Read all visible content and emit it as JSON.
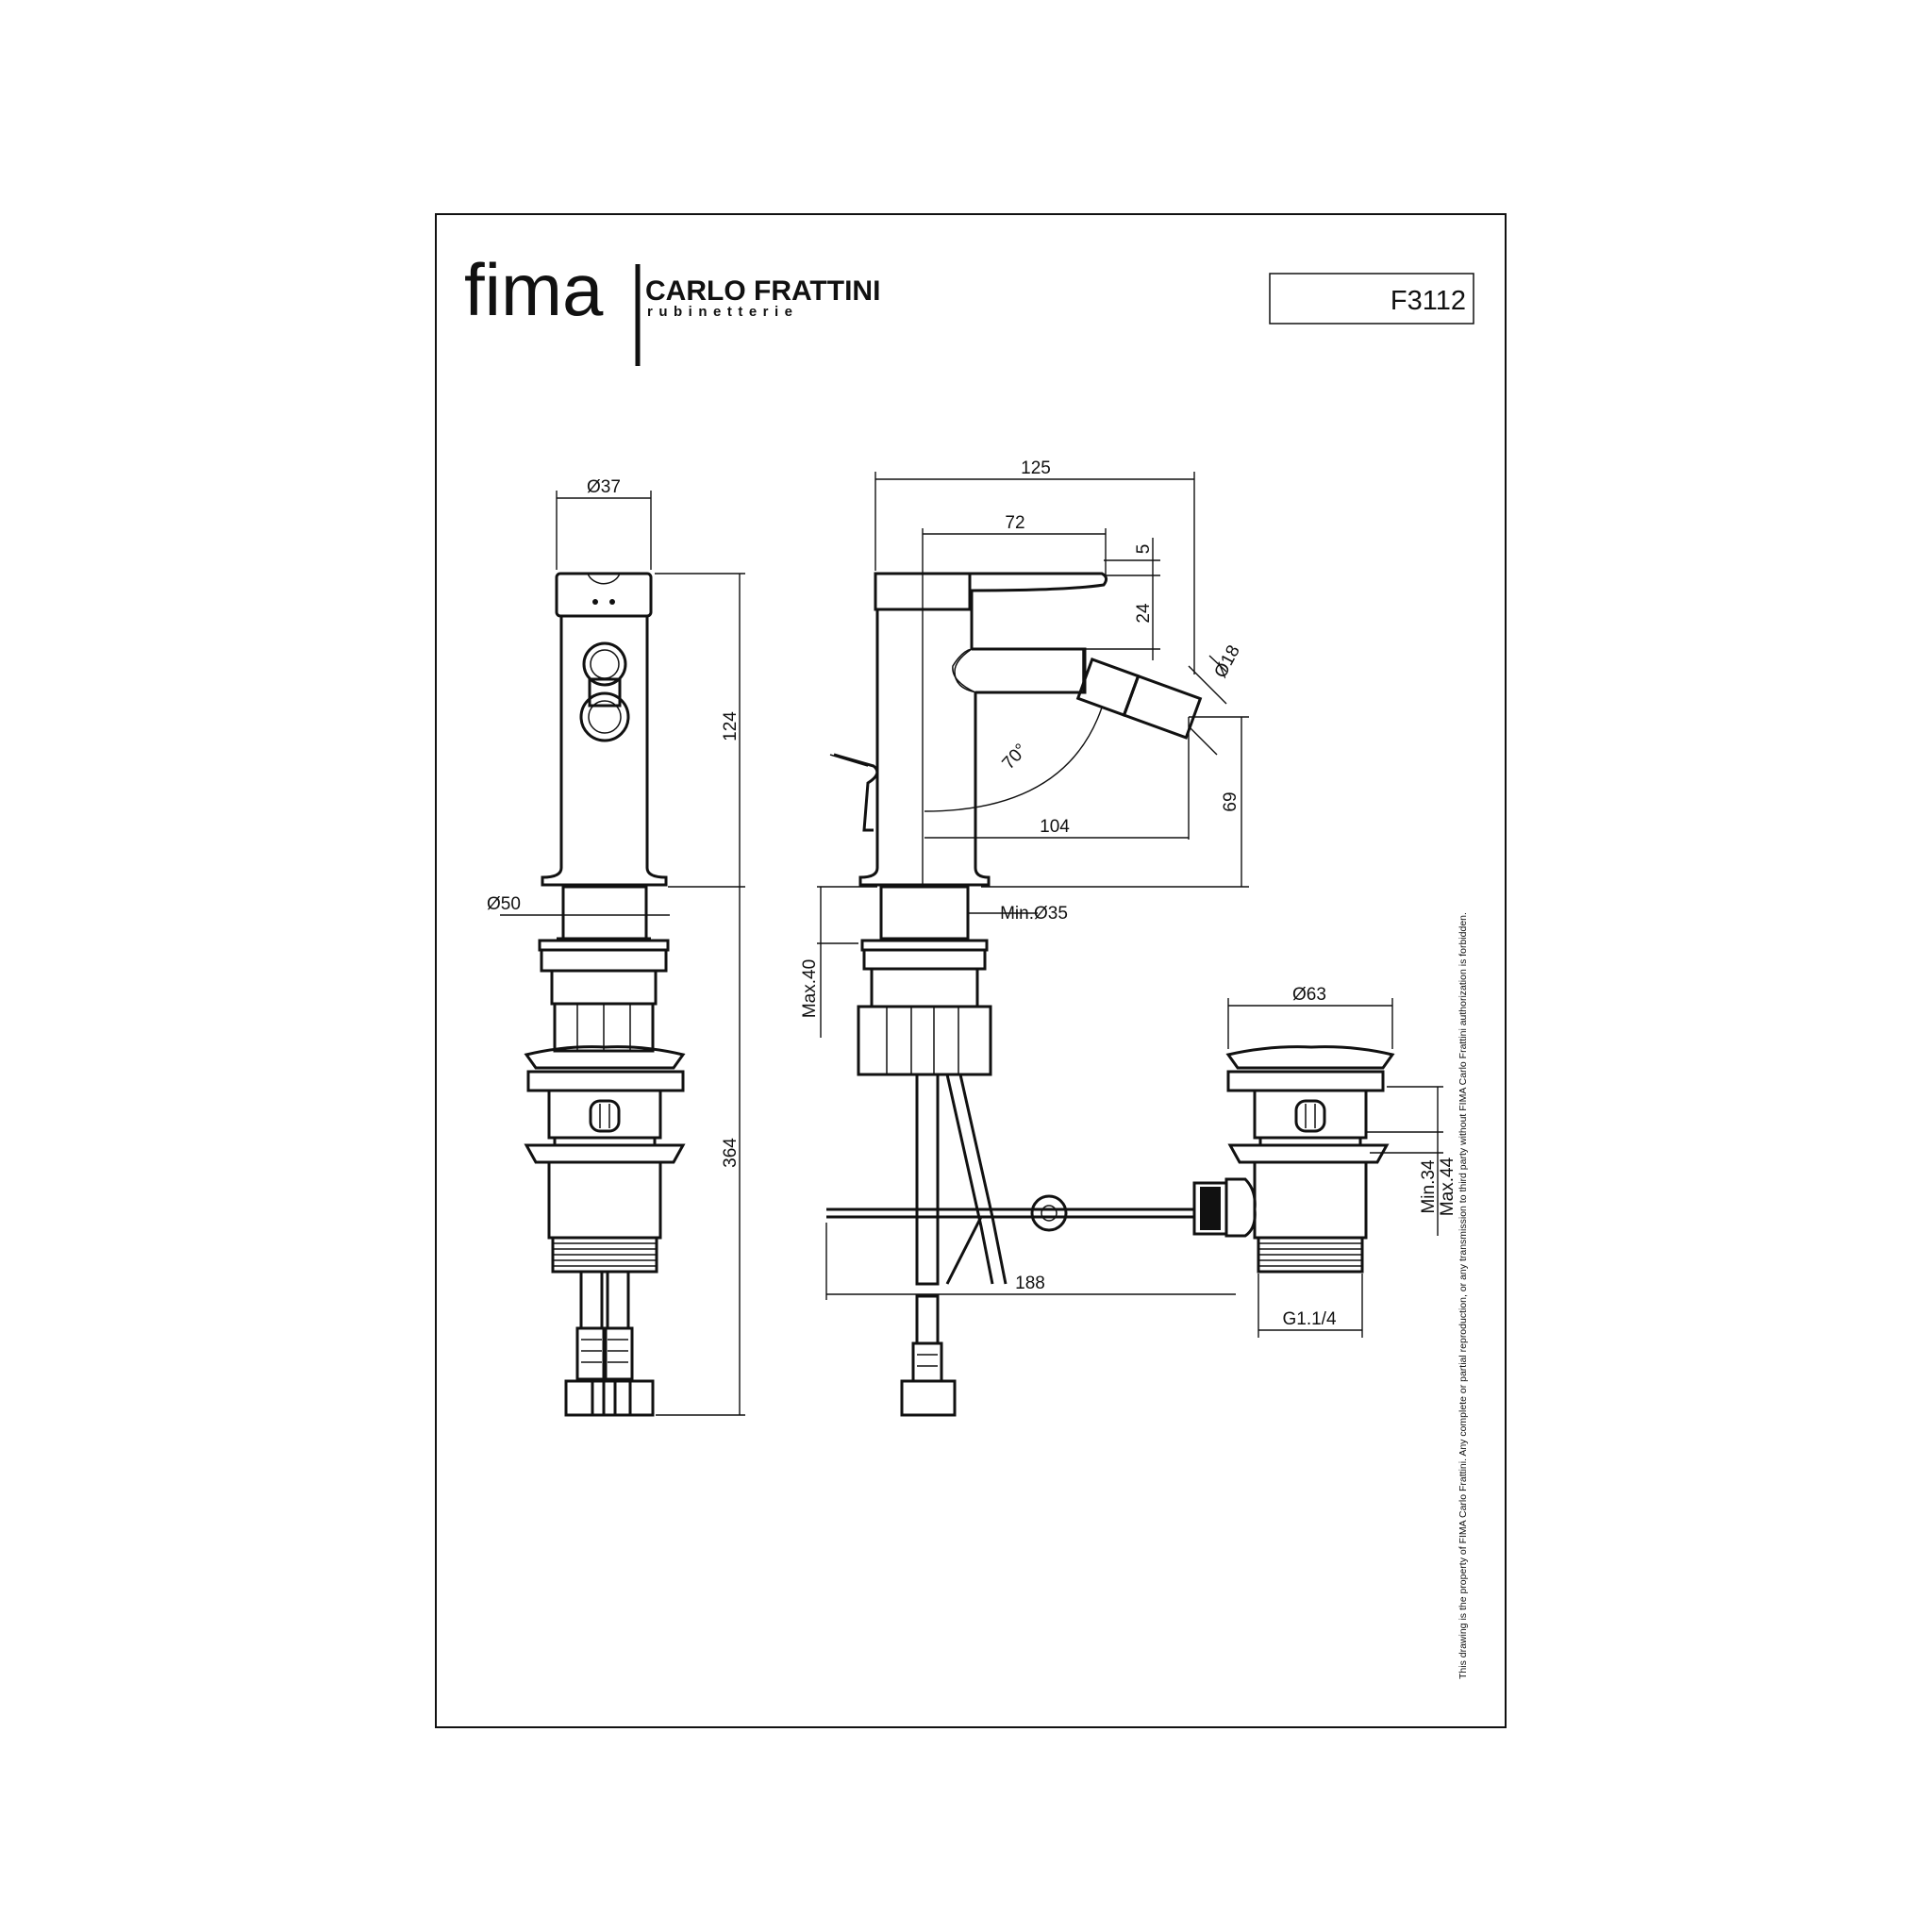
{
  "header": {
    "brand_main": "fima",
    "brand_secondary": "CARLO FRATTINI",
    "brand_tagline": "rubinetterie",
    "code": "F3112"
  },
  "dimensions": {
    "d37": "Ø37",
    "d124": "124",
    "d50": "Ø50",
    "d364": "364",
    "d125": "125",
    "d72": "72",
    "d5": "5",
    "d24": "24",
    "d18": "Ø18",
    "angle70": "70°",
    "d104": "104",
    "d69": "69",
    "min35": "Min.Ø35",
    "max40": "Max.40",
    "d63": "Ø63",
    "min34": "Min.34",
    "max44": "Max.44",
    "d188": "188",
    "g114": "G1.1/4"
  },
  "disclaimer": "This drawing is the property of FIMA Carlo Frattini. Any complete or partial reproduction, or any transmission to third party without FIMA Carlo Frattini authorization is forbidden."
}
